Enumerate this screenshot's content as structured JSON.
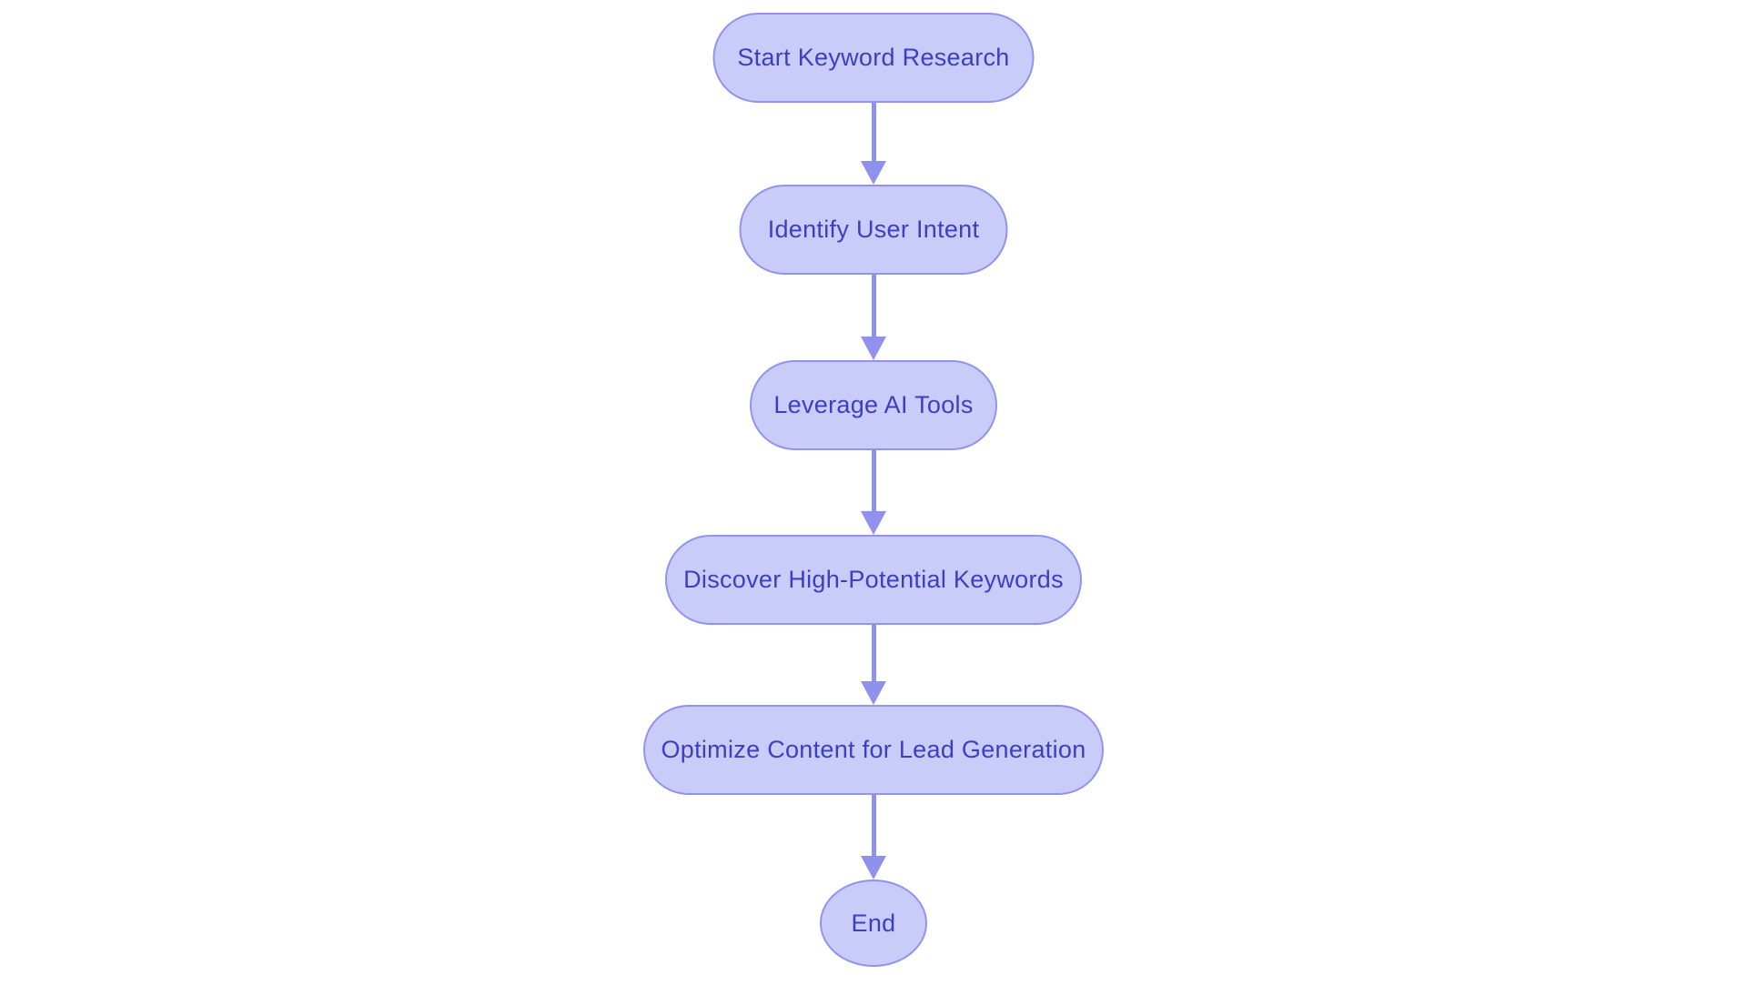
{
  "diagram": {
    "type": "flowchart",
    "direction": "top-down",
    "background_color": "#ffffff",
    "node_fill_color": "#c9cbf8",
    "node_border_color": "#9094f1",
    "node_text_color": "#3b3fc4",
    "arrow_color": "#8e92ee",
    "nodes": [
      {
        "id": "start",
        "label": "Start Keyword Research",
        "shape": "rounded-pill"
      },
      {
        "id": "intent",
        "label": "Identify User Intent",
        "shape": "rounded-pill"
      },
      {
        "id": "ai-tools",
        "label": "Leverage AI Tools",
        "shape": "rounded-pill"
      },
      {
        "id": "keywords",
        "label": "Discover High-Potential Keywords",
        "shape": "rounded-pill"
      },
      {
        "id": "optimize",
        "label": "Optimize Content for Lead Generation",
        "shape": "rounded-pill"
      },
      {
        "id": "end",
        "label": "End",
        "shape": "circle"
      }
    ],
    "edges": [
      {
        "from": "start",
        "to": "intent"
      },
      {
        "from": "intent",
        "to": "ai-tools"
      },
      {
        "from": "ai-tools",
        "to": "keywords"
      },
      {
        "from": "keywords",
        "to": "optimize"
      },
      {
        "from": "optimize",
        "to": "end"
      }
    ]
  }
}
